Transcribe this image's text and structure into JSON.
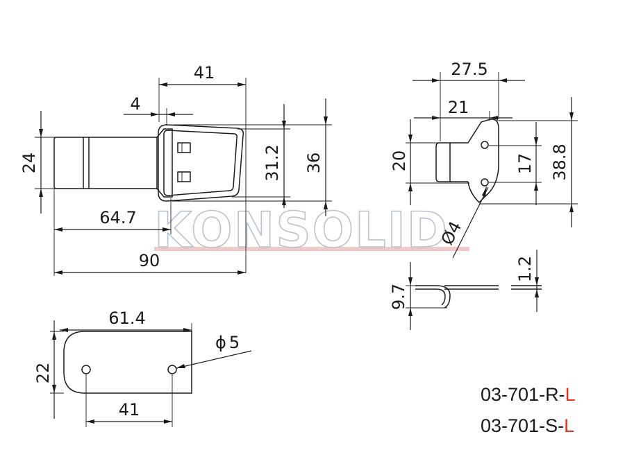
{
  "watermark": {
    "text": "KONSOLID"
  },
  "top_view": {
    "dim_total_length": "90",
    "dim_base_length": "64.7",
    "dim_hook_length": "41",
    "dim_hook_lip": "4",
    "dim_base_height": "24",
    "dim_inner_height": "31.2",
    "dim_outer_height": "36"
  },
  "side_view": {
    "dim_total_depth": "27.5",
    "dim_partial_depth": "21",
    "dim_base_height": "20",
    "dim_hole_spacing": "17",
    "dim_total_height": "38.8",
    "dim_hole_diameter": "4",
    "hole_diameter_symbol": "Ø"
  },
  "profile_view": {
    "dim_height": "9.7",
    "dim_thickness": "1.2"
  },
  "keeper_view": {
    "dim_length": "61.4",
    "dim_height": "22",
    "dim_hole_spacing": "41",
    "dim_hole_diameter": "5",
    "hole_diameter_symbol": "ϕ"
  },
  "part_codes": [
    {
      "base": "03-701-R-",
      "suffix": "L"
    },
    {
      "base": "03-701-S-",
      "suffix": "L"
    }
  ],
  "colors": {
    "line": "#1a1a1a",
    "suffix": "#e8311f",
    "watermark_stroke": "#b9c3cd",
    "watermark_band": "#e8b4b4"
  }
}
